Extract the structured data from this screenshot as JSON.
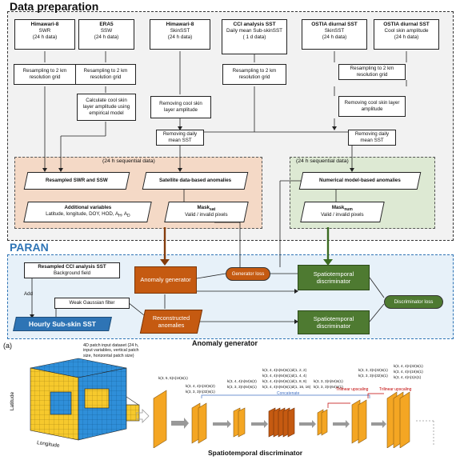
{
  "data_prep": {
    "title": "Data preparation",
    "sources": [
      {
        "name": "Himawari-8",
        "var": "SWR",
        "period": "(24 h data)"
      },
      {
        "name": "ERA5",
        "var": "SSW",
        "period": "(24 h data)"
      },
      {
        "name": "Himawari-8",
        "var": "SkinSST",
        "period": "(24 h data)"
      },
      {
        "name": "CCI analysis SST",
        "var": "Daily mean Sub-skinSST",
        "period": "( 1 d data)"
      },
      {
        "name": "OSTIA diurnal SST",
        "var": "SkinSST",
        "period": "(24 h data)"
      },
      {
        "name": "OSTIA diurnal SST",
        "var": "Cool skin amplitude",
        "period": "(24 h data)"
      }
    ],
    "resample": "Resampling to 2 km resolution grid",
    "calc_cool": "Calculate cool skin layer amplitude using empirical model",
    "remove_cool": "Removing cool skin layer amplitude",
    "remove_daily": "Removing daily mean SST",
    "seq": "(24 h sequential data)",
    "resampled_swr": "Resampled SWR and SSW",
    "sat_anom": "Satellite data-based anomalies",
    "num_anom": "Numerical model-based anomalies",
    "additional_title": "Additional variables",
    "additional_vars": "Latitude, longitude, DOY, HOD, A",
    "mask_sat": "Mask",
    "mask_sat_sub": "sat",
    "mask_num": "Mask",
    "mask_num_sub": "num",
    "mask_desc": "Valid / invalid pixels"
  },
  "paran": {
    "title": "PARAN",
    "resampled_cci_title": "Resampled CCI analysis SST",
    "resampled_cci_sub": "Background field",
    "add": "Add",
    "weak_gaussian": "Weak Gaussian filter",
    "hourly": "Hourly Sub-skin SST",
    "anomaly_generator": "Anomaly generator",
    "reconstructed": "Reconstructed anomalies",
    "generator_loss": "Generator loss",
    "disc": "Spatiotemporal discriminator",
    "disc_loss": "Discriminator loss"
  },
  "panel_a": {
    "label": "(a)",
    "input_desc": "4D patch input dataset (24 h, input variables, vertical patch size, horizontal patch size)",
    "latitude": "Latitude",
    "longitude": "Longitude",
    "anomaly_generator": "Anomaly generator",
    "concatenate": "Concatenate",
    "trilinear": "Trilinear upscaling",
    "spatiotemporal": "Spatiotemporal discriminator",
    "k1": "k(3, 5, 5)n(16)s(1)",
    "k2": "k(3, 4, 4)n(32)s(2)",
    "k3": "k(3, 3, 3)n(32)s(1)",
    "k4": "k(3, 4, 4)n(64)s(2)",
    "k5": "k(3, 3, 3)n(64)s(1)",
    "k6": "k(3, 4, 4)n(64)s(1)d(1, 2, 2)",
    "k7": "k(3, 4, 4)n(64)s(1)d(1, 4, 4)",
    "k8": "k(3, 4, 4)n(64)s(1)d(1, 8, 8)",
    "k9": "k(3, 4, 4)n(64)s(1)d(1, 16, 16)",
    "k10": "k(3, 3, 3)n(64)s(1)",
    "k11": "k(3, 3, 3)n(32)s(1)",
    "k12": "k(3, 4, 4)n(32)s(1)",
    "k13": "k(3, 4, 4)n(16)s(1)",
    "k14": "k(3, 4, 4)n(1)s(1)"
  },
  "colors": {
    "orange": "#c55a11",
    "green": "#4e7a31",
    "blue": "#2e74b5",
    "peach": "#f4d9c6",
    "mint": "#dde9d3",
    "lightblue": "#e7f1f9"
  }
}
